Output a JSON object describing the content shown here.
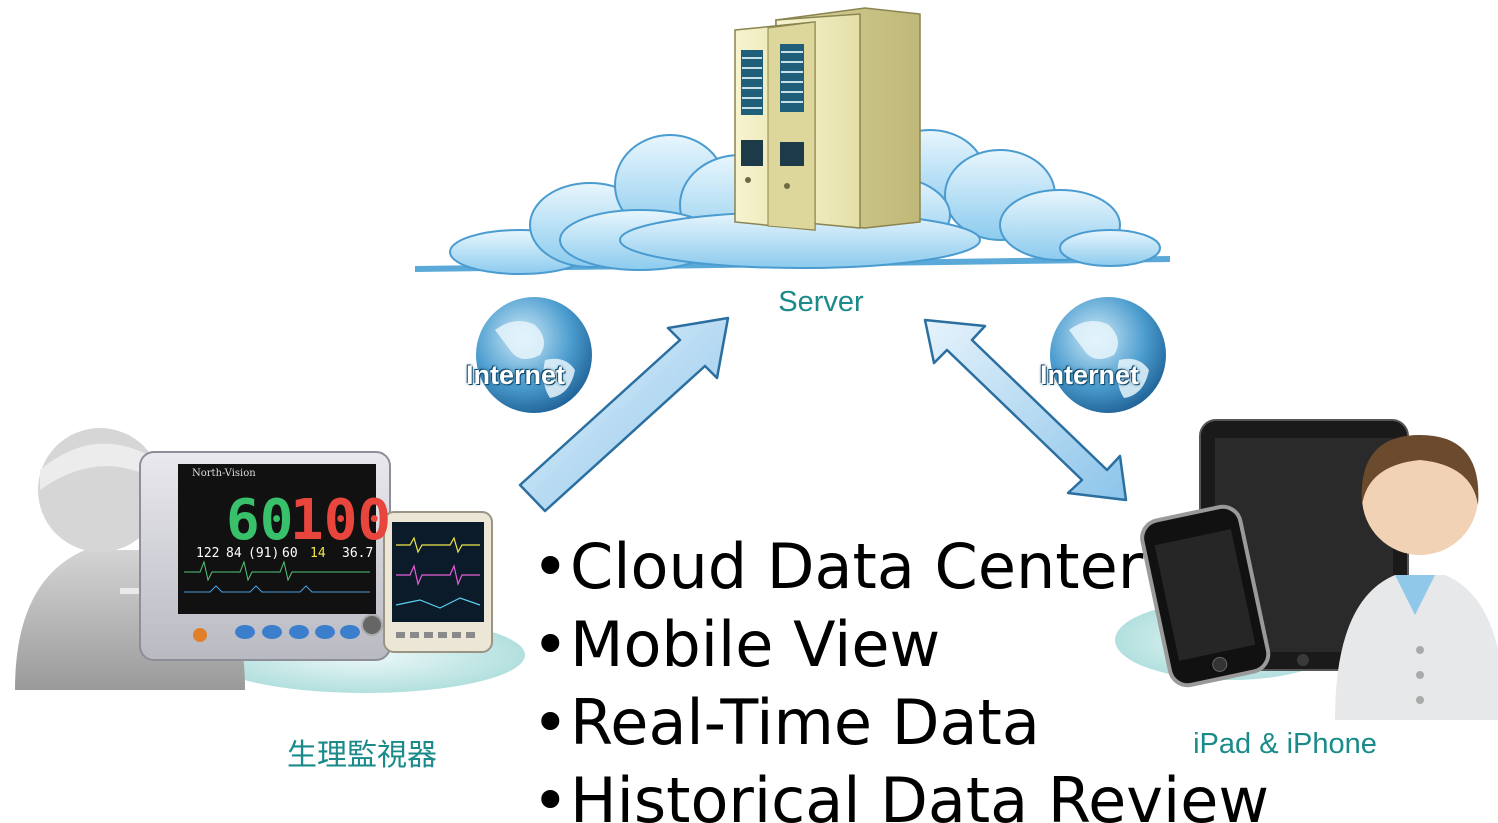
{
  "labels": {
    "server": "Server",
    "monitor": "生理監視器",
    "devices": "iPad & iPhone",
    "internet_left": "Internet",
    "internet_right": "Internet"
  },
  "bullets": [
    "Cloud Data Center",
    "Mobile View",
    "Real-Time Data",
    "Historical Data Review"
  ],
  "monitor_screen": {
    "brand": "North-Vision",
    "hr_value": "60",
    "spo2_value": "100",
    "row_values": [
      "122",
      "84",
      "(91)",
      "60",
      "14",
      "36.7"
    ]
  },
  "colors": {
    "label_teal": "#1a8a8a",
    "arrow_fill": "#a9d4ef",
    "arrow_stroke": "#2a6fa0",
    "cloud": "#a7d6f2",
    "server_body": "#efecc1",
    "hr_green": "#39c06a",
    "spo2_red": "#e8463c"
  },
  "icons": [
    "server-icon",
    "cloud-icon",
    "globe-icon",
    "arrow-up-right-icon",
    "double-arrow-icon",
    "patient-icon",
    "doctor-icon",
    "monitor-icon",
    "ipad-icon",
    "iphone-icon"
  ]
}
